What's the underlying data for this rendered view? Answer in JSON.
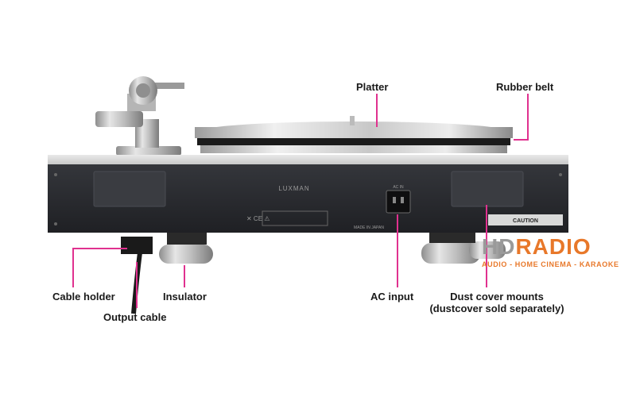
{
  "labels": {
    "platter": "Platter",
    "rubber_belt": "Rubber belt",
    "cable_holder": "Cable holder",
    "output_cable": "Output cable",
    "insulator": "Insulator",
    "ac_input": "AC input",
    "dust_cover_line1": "Dust cover mounts",
    "dust_cover_line2": "(dustcover sold separately)"
  },
  "panel_text": {
    "brand": "LUXMAN",
    "made_in": "MADE IN JAPAN",
    "caution": "CAUTION",
    "ce_marks": "✕  CE  ⚠",
    "ac_label": "AC IN"
  },
  "watermark": {
    "hd": "HD",
    "radio": "RADIO",
    "tagline": "AUDIO - HOME CINEMA - KARAOKE"
  },
  "colors": {
    "leader_line": "#e0318f",
    "logo_orange": "#e8782a",
    "panel": "#2b2d31",
    "plate": "#dcdcdc"
  }
}
